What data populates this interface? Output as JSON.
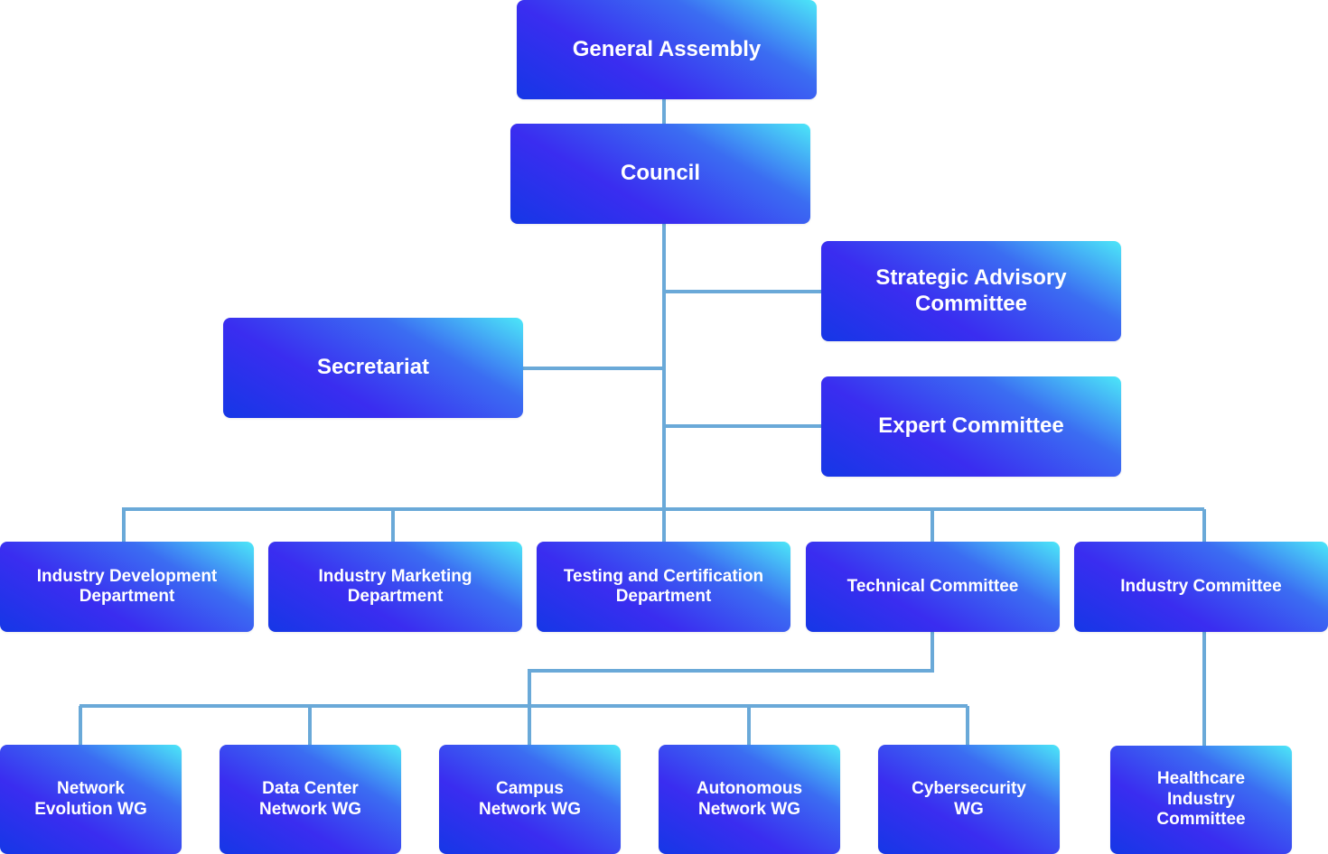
{
  "colors": {
    "connector": "#6aa9d8",
    "gradient_start": "#1537e6",
    "gradient_mid": "#3a2df0",
    "gradient_end": "#4ce7f8"
  },
  "nodes": {
    "general_assembly": "General Assembly",
    "council": "Council",
    "strategic_advisory": "Strategic Advisory\nCommittee",
    "secretariat": "Secretariat",
    "expert_committee": "Expert Committee",
    "industry_development": "Industry Development\nDepartment",
    "industry_marketing": "Industry Marketing\nDepartment",
    "testing_certification": "Testing and Certification\nDepartment",
    "technical_committee": "Technical Committee",
    "industry_committee": "Industry Committee",
    "network_evolution_wg": "Network\nEvolution WG",
    "data_center_wg": "Data Center\nNetwork WG",
    "campus_network_wg": "Campus\nNetwork WG",
    "autonomous_network_wg": "Autonomous\nNetwork WG",
    "cybersecurity_wg": "Cybersecurity\nWG",
    "healthcare_committee": "Healthcare\nIndustry\nCommittee"
  }
}
